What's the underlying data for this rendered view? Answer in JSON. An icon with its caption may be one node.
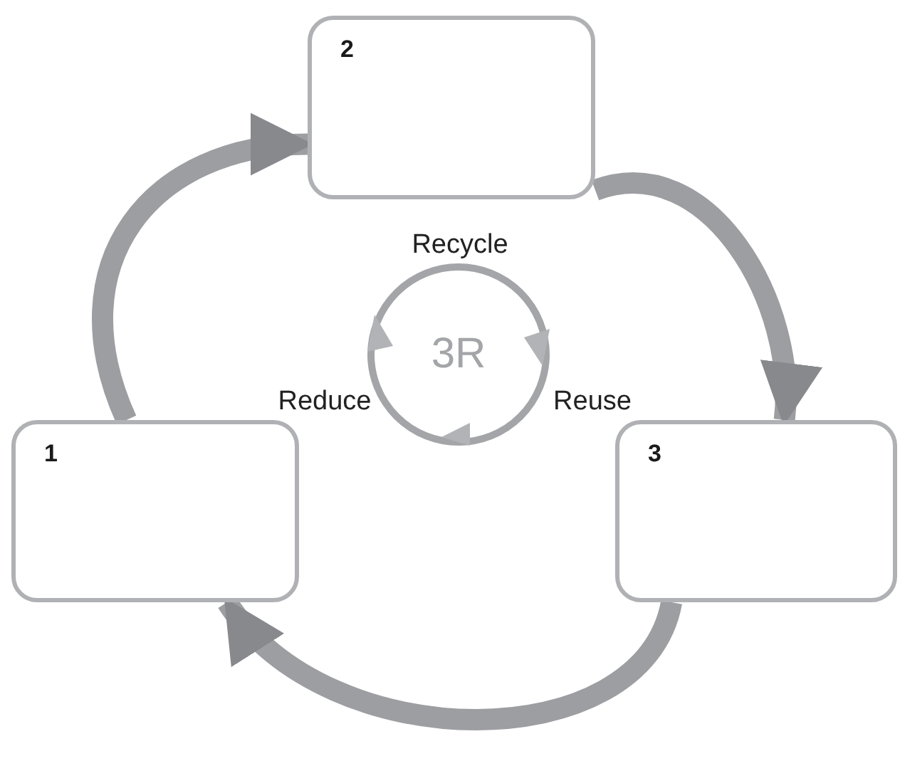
{
  "diagram": {
    "nodes": [
      {
        "text": [
          "1"
        ]
      },
      {
        "text": [
          "2"
        ]
      },
      {
        "text": [
          "3"
        ]
      },
      {
        "text": [
          "3R"
        ]
      }
    ],
    "edges": [
      {
        "from": 0,
        "to": 1,
        "arrow": "to"
      },
      {
        "from": 1,
        "to": 2,
        "arrow": "to"
      },
      {
        "from": 2,
        "to": 0,
        "arrow": "to"
      }
    ],
    "labels": [
      "Recycle",
      "Reduce",
      "Reuse"
    ]
  }
}
